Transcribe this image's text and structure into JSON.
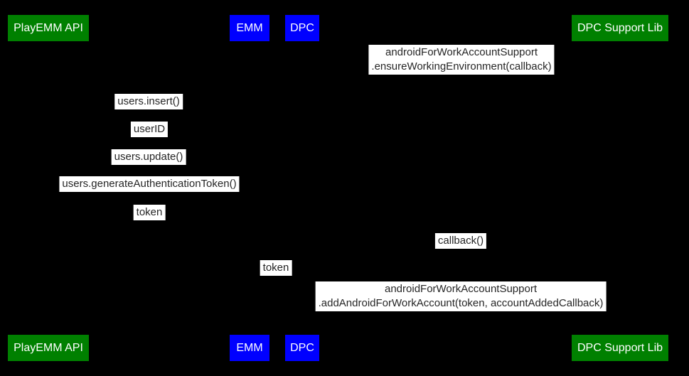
{
  "diagram_type": "sequence-diagram",
  "colors": {
    "background": "#000000",
    "actor_green": "#008000",
    "actor_blue": "#0000ff",
    "actor_text": "#ffffff",
    "label_background": "#ffffff",
    "label_text": "#262626"
  },
  "actors": {
    "playemm": {
      "label": "PlayEMM API",
      "color": "#008000"
    },
    "emm": {
      "label": "EMM",
      "color": "#0000ff"
    },
    "dpc": {
      "label": "DPC",
      "color": "#0000ff"
    },
    "dpclib": {
      "label": "DPC Support Lib",
      "color": "#008000"
    }
  },
  "messages": [
    {
      "lines": [
        "androidForWorkAccountSupport",
        ".ensureWorkingEnvironment(callback)"
      ]
    },
    {
      "lines": [
        "users.insert()"
      ]
    },
    {
      "lines": [
        "userID"
      ]
    },
    {
      "lines": [
        "users.update()"
      ]
    },
    {
      "lines": [
        "users.generateAuthenticationToken()"
      ]
    },
    {
      "lines": [
        "token"
      ]
    },
    {
      "lines": [
        "callback()"
      ]
    },
    {
      "lines": [
        "token"
      ]
    },
    {
      "lines": [
        "androidForWorkAccountSupport",
        ".addAndroidForWorkAccount(token, accountAddedCallback)"
      ]
    }
  ]
}
